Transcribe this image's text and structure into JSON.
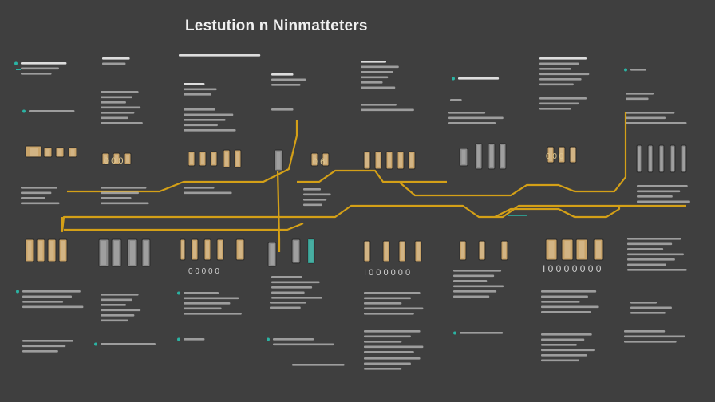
{
  "title": "Lestution n Ninmatteters",
  "colors": {
    "background": "#3f3f3f",
    "trace": "#d4a017",
    "accent_teal": "#2bb3a3",
    "text": "#d9d9d9",
    "component_gold": "#c9a46a",
    "component_gray": "#8a8a8a"
  },
  "labels": {
    "row1_left": "0 0 0",
    "row1_mid": "0 6",
    "row1_right": "0 0 0",
    "row2_left": "0 0 0 0 0",
    "row2_mid": "I 0 0 0 0 0 0",
    "row2_right": "I 0 0 0 0 0 0 0"
  }
}
